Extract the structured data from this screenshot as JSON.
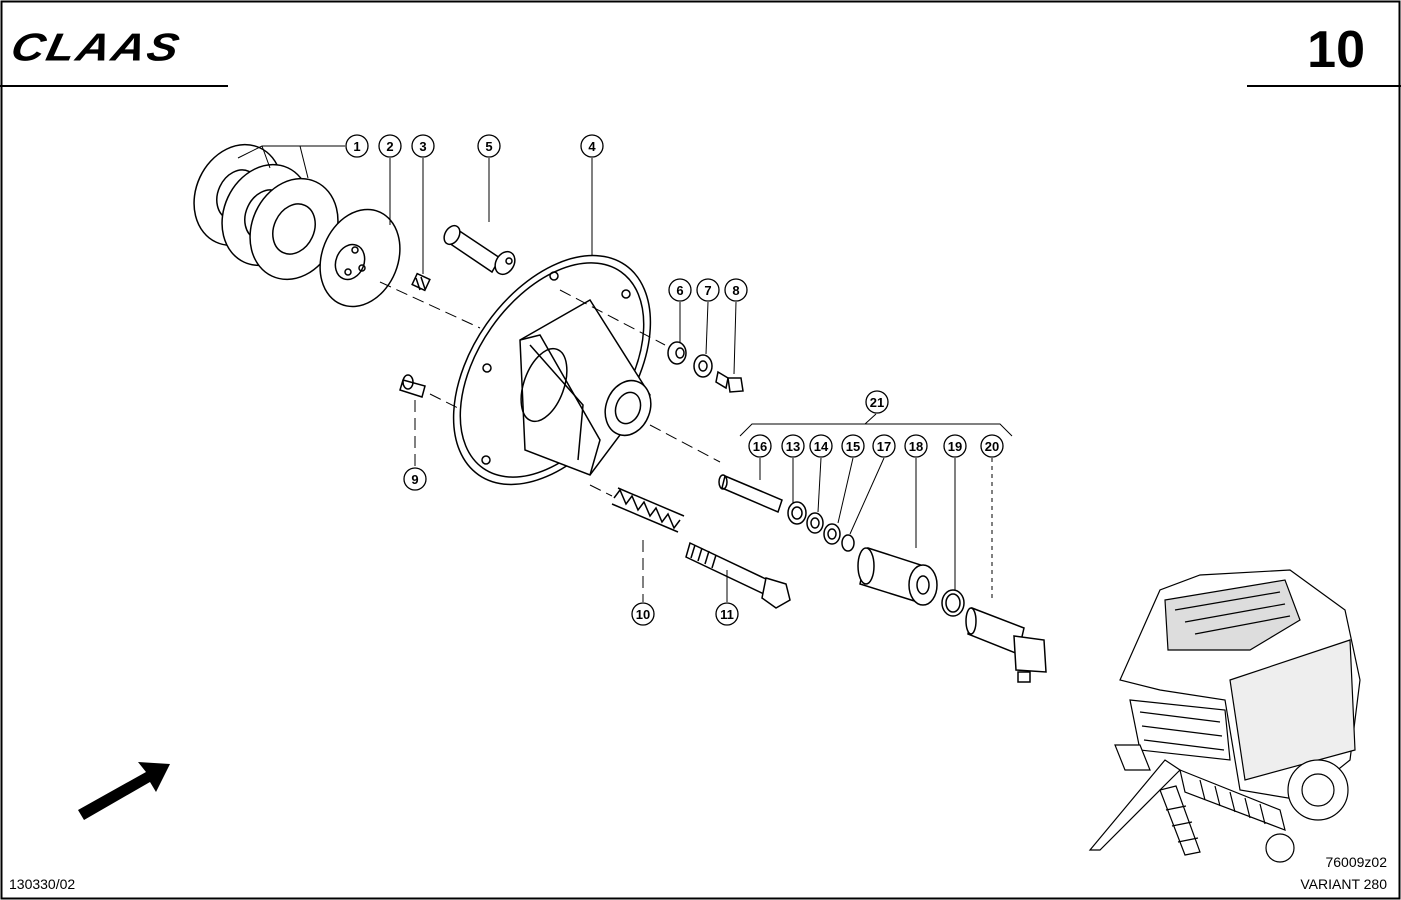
{
  "header": {
    "brand": "CLAAS",
    "page_number": "10"
  },
  "footer": {
    "doc_number": "130330/02",
    "figure_id": "76009z02",
    "model": "VARIANT 280"
  },
  "callouts": [
    "1",
    "2",
    "3",
    "5",
    "4",
    "6",
    "7",
    "8",
    "9",
    "21",
    "16",
    "13",
    "14",
    "15",
    "17",
    "18",
    "19",
    "20",
    "10",
    "11"
  ]
}
